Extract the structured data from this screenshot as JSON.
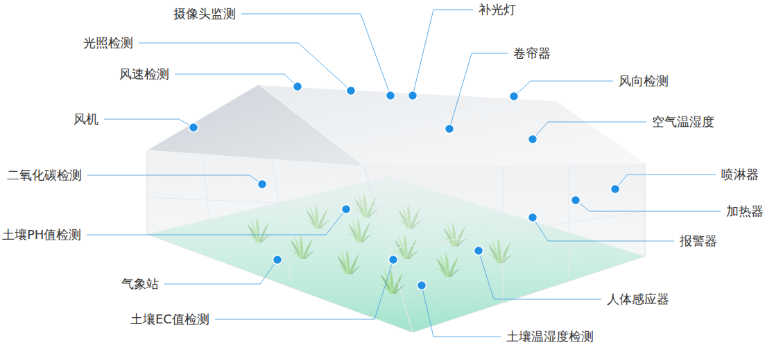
{
  "diagram": {
    "labels": [
      "摄像头监测",
      "补光灯",
      "光照检测",
      "卷帘器",
      "风速检测",
      "风向检测",
      "风机",
      "空气温湿度",
      "二氧化碳检测",
      "喷淋器",
      "加热器",
      "土壤PH值检测",
      "报警器",
      "气象站",
      "人体感应器",
      "土壤EC值检测",
      "土壤温湿度检测"
    ]
  }
}
